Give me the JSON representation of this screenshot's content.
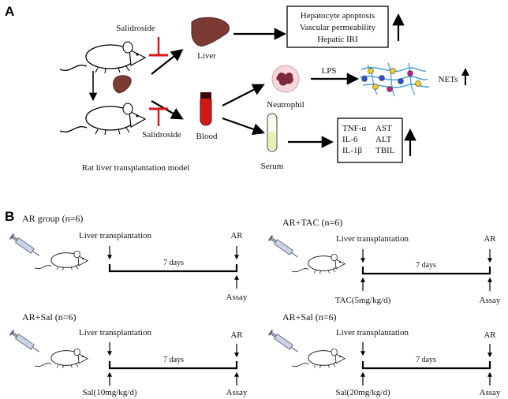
{
  "panel_a": {
    "label": "A",
    "salidroside_top": "Salidroside",
    "salidroside_bottom": "Salidroside",
    "liver": "Liver",
    "blood": "Blood",
    "model_caption": "Rat liver transplantation model",
    "liver_effects": [
      "Hepatocyte apoptosis",
      "Vascular permeability",
      "Hepatic IRI"
    ],
    "neutrophil": "Neutrophil",
    "lps": "LPS",
    "nets": "NETs",
    "serum": "Serum",
    "serum_markers_left": [
      "TNF-α",
      "IL-6",
      "IL-1β"
    ],
    "serum_markers_right": [
      "AST",
      "ALT",
      "TBIL"
    ]
  },
  "panel_b": {
    "label": "B",
    "groups": [
      {
        "title": "AR group (n=6)",
        "transplant": "Liver transplantation",
        "days": "7 days",
        "end": "AR",
        "assay": "Assay",
        "dose": ""
      },
      {
        "title": "AR+TAC (n=6)",
        "transplant": "Liver transplantation",
        "days": "7 days",
        "end": "AR",
        "assay": "Assay",
        "dose": "TAC(5mg/kg/d)"
      },
      {
        "title": "AR+Sal (n=6)",
        "transplant": "Liver transplantation",
        "days": "7 days",
        "end": "AR",
        "assay": "Assay",
        "dose": "Sal(10mg/kg/d)"
      },
      {
        "title": "AR+Sal (n=6)",
        "transplant": "Liver transplantation",
        "days": "7 days",
        "end": "AR",
        "assay": "Assay",
        "dose": "Sal(20mg/kg/d)"
      }
    ]
  }
}
